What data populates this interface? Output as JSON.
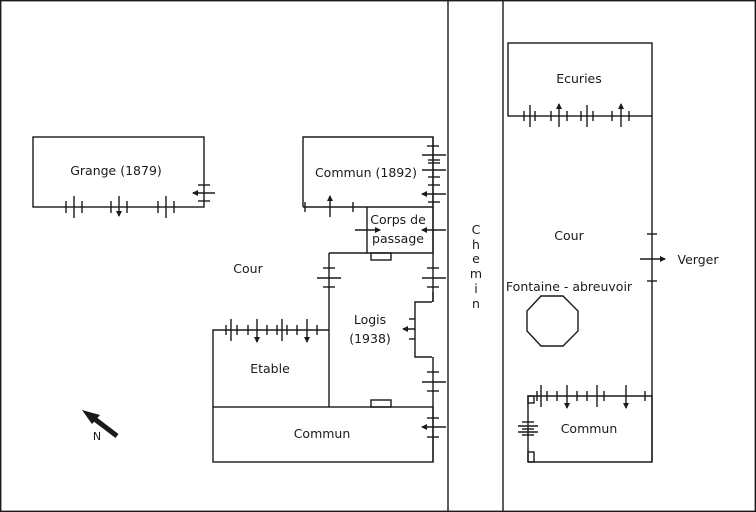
{
  "title": "Plan de la ferme",
  "colors": {
    "line": "#1a1a1a",
    "background": "#ffffff"
  },
  "labels": {
    "grange": "Grange (1879)",
    "commun_1892": "Commun (1892)",
    "corps_line1": "Corps de",
    "corps_line2": "passage",
    "cour_west": "Cour",
    "logis_line1": "Logis",
    "logis_line2": "(1938)",
    "etable": "Etable",
    "commun_south": "Commun",
    "chemin": [
      "C",
      "h",
      "e",
      "m",
      "i",
      "n"
    ],
    "ecuries": "Ecuries",
    "cour_east": "Cour",
    "verger": "Verger",
    "fontaine": "Fontaine - abreuvoir",
    "commun_east": "Commun",
    "north": "N"
  },
  "legend_icons": {
    "door": "arrow-opening-icon",
    "window": "window-tick-icon",
    "north": "north-arrow-icon",
    "fountain": "octagon-fountain-icon"
  }
}
